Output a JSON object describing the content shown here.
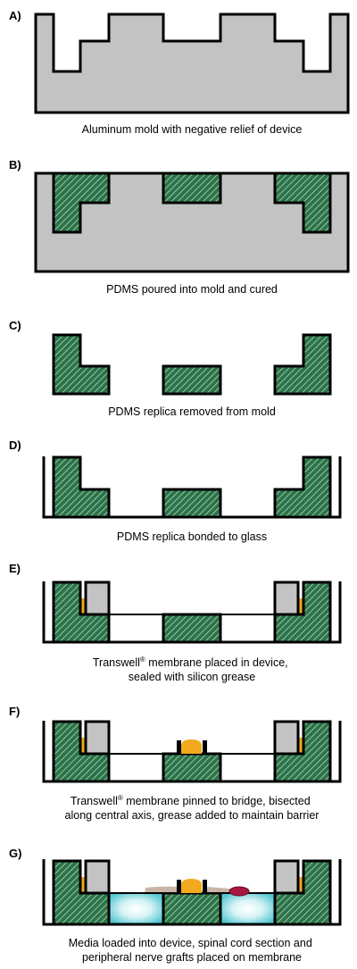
{
  "colors": {
    "aluminum": "#c3c3c3",
    "pdms": "#2a7448",
    "pdms_hatch": "#b9d3c1",
    "grease": "#f2a91e",
    "media": "#4fc6cf",
    "spinal_cord": "#c7b6a6",
    "nerve_graft": "#a6163f",
    "outline": "#000000"
  },
  "panels": [
    {
      "letter": "A)",
      "caption": [
        "Aluminum mold with negative relief of device"
      ]
    },
    {
      "letter": "B)",
      "caption": [
        "PDMS poured into mold and cured"
      ]
    },
    {
      "letter": "C)",
      "caption": [
        "PDMS replica removed from mold"
      ]
    },
    {
      "letter": "D)",
      "caption": [
        "PDMS replica bonded to glass"
      ]
    },
    {
      "letter": "E)",
      "caption": [
        "Transwell",
        "®",
        " membrane placed in device,",
        "sealed with silicon grease"
      ]
    },
    {
      "letter": "F)",
      "caption": [
        "Transwell",
        "®",
        " membrane pinned to bridge, bisected",
        "along central axis, grease added to maintain barrier"
      ]
    },
    {
      "letter": "G)",
      "caption": [
        "Media loaded into device, spinal cord section and",
        "peripheral nerve grafts placed on membrane"
      ]
    }
  ]
}
